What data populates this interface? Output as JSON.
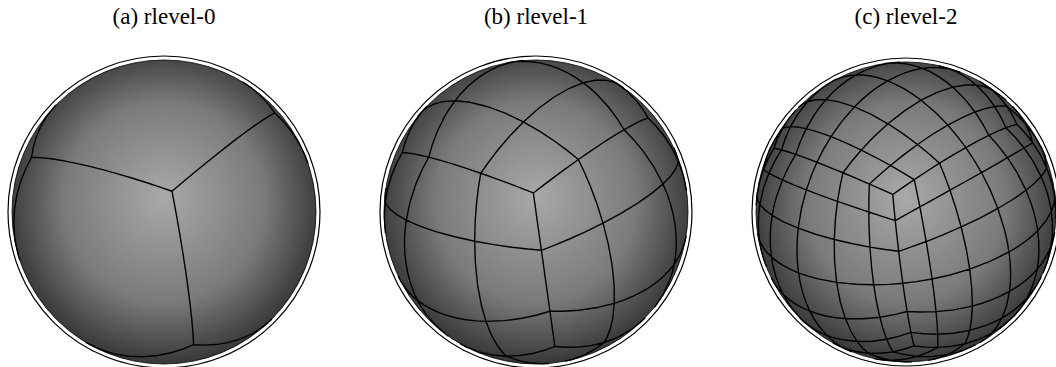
{
  "diagram": {
    "labels": [
      "(a) rlevel-0",
      "(b) rlevel-1",
      "(c) rlevel-2"
    ]
  }
}
